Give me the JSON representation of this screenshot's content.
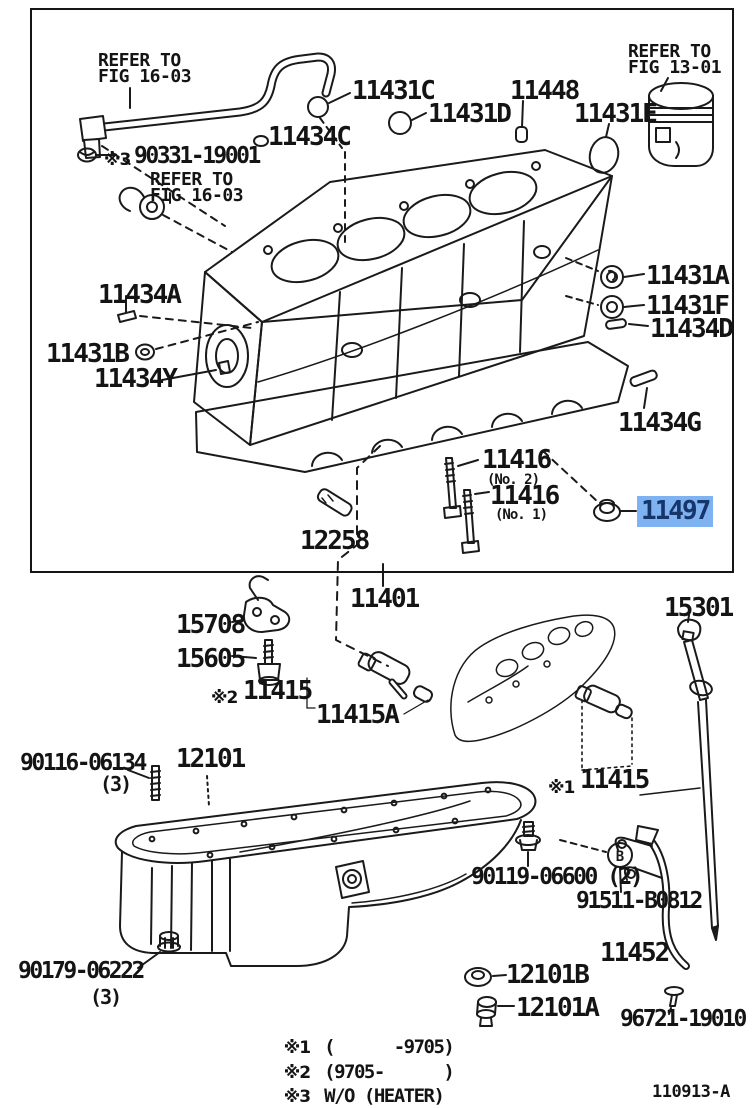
{
  "diagram": {
    "doc_code": "110913-A",
    "b_callout": "B",
    "highlight": {
      "part": "11497",
      "bg": "#7FB2F0",
      "fg": "#15356B"
    },
    "refs": {
      "fig1603_top": {
        "line1": "REFER TO",
        "line2": "FIG 16-03"
      },
      "fig1603_mid": {
        "line1": "REFER TO",
        "line2": "FIG 16-03"
      },
      "fig1301": {
        "line1": "REFER TO",
        "line2": "FIG 13-01"
      }
    },
    "parts": {
      "p90331": {
        "marker": "※3",
        "number": "90331-19001"
      },
      "p11431c": {
        "number": "11431C"
      },
      "p11431d": {
        "number": "11431D"
      },
      "p11448": {
        "number": "11448"
      },
      "p11431e": {
        "number": "11431E"
      },
      "p11434c": {
        "number": "11434C"
      },
      "p11434a": {
        "number": "11434A"
      },
      "p11431a": {
        "number": "11431A"
      },
      "p11431f": {
        "number": "11431F"
      },
      "p11434d": {
        "number": "11434D"
      },
      "p11431b": {
        "number": "11431B"
      },
      "p11434y": {
        "number": "11434Y"
      },
      "p11434g": {
        "number": "11434G"
      },
      "p11416no2": {
        "number": "11416",
        "sub": "(No. 2)"
      },
      "p11416no1": {
        "number": "11416",
        "sub": "(No. 1)"
      },
      "p11497": {
        "number": "11497"
      },
      "p12258": {
        "number": "12258"
      },
      "p11401": {
        "number": "11401"
      },
      "p15708": {
        "number": "15708"
      },
      "p15605": {
        "number": "15605"
      },
      "p15301": {
        "number": "15301"
      },
      "p11415x2": {
        "marker": "※2",
        "number": "11415"
      },
      "p11415a": {
        "number": "11415A"
      },
      "p90116": {
        "number": "90116-06134",
        "qty": "(3)"
      },
      "p12101": {
        "number": "12101"
      },
      "p11415x1": {
        "marker": "※1",
        "number": "11415"
      },
      "p90119": {
        "number": "90119-06600 (2)"
      },
      "p91511": {
        "number": "91511-B0812"
      },
      "p11452": {
        "number": "11452"
      },
      "p90179": {
        "number": "90179-06222",
        "qty": "(3)"
      },
      "p12101b": {
        "number": "12101B"
      },
      "p12101a": {
        "number": "12101A"
      },
      "p96721": {
        "number": "96721-19010"
      }
    },
    "notes": {
      "n1": {
        "marker": "※1",
        "text": "(      -9705)"
      },
      "n2": {
        "marker": "※2",
        "text": "(9705-      )"
      },
      "n3": {
        "marker": "※3",
        "text": "W/O (HEATER)"
      }
    }
  }
}
